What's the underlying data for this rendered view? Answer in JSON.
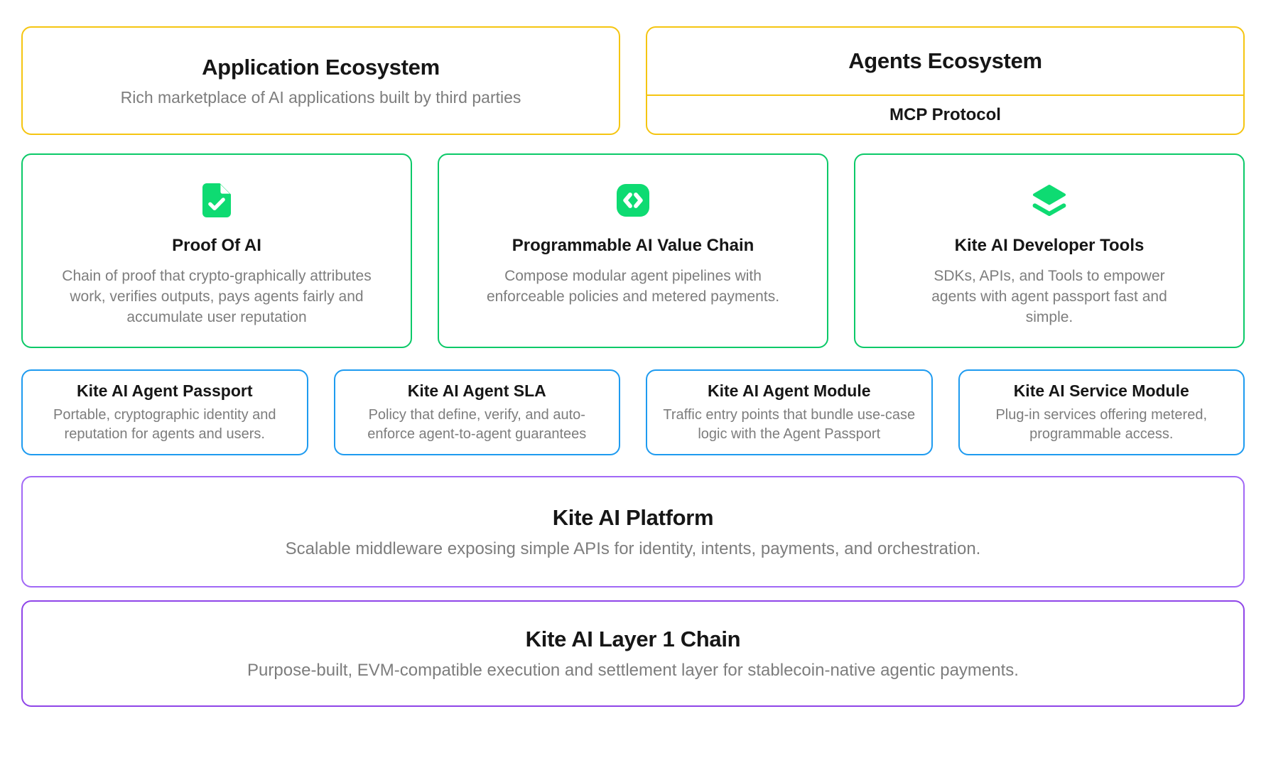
{
  "colors": {
    "yellow": "#F5C511",
    "green": "#0BC968",
    "green_icon": "#0EDB72",
    "blue": "#1E9BF0",
    "purple_platform": "#A168F6",
    "purple_chain": "#8F45E8",
    "title_text": "#161616",
    "body_text": "#7D7D7D"
  },
  "row1": {
    "application": {
      "title": "Application Ecosystem",
      "subtitle": "Rich marketplace of AI applications built by third parties"
    },
    "agents": {
      "title": "Agents Ecosystem",
      "protocol": "MCP Protocol"
    }
  },
  "row2": [
    {
      "icon": "file-check-icon",
      "title": "Proof Of AI",
      "body": "Chain of proof that crypto-graphically attributes work, verifies outputs, pays agents fairly and accumulate user reputation"
    },
    {
      "icon": "code-icon",
      "title": "Programmable AI Value Chain",
      "body": "Compose modular agent pipelines with enforceable policies and metered payments."
    },
    {
      "icon": "layers-icon",
      "title": "Kite AI Developer Tools",
      "body": "SDKs, APIs, and Tools to empower agents with agent passport fast and simple."
    }
  ],
  "row3": [
    {
      "title": "Kite AI Agent Passport",
      "body": "Portable, cryptographic identity and reputation for agents and users."
    },
    {
      "title": "Kite AI Agent SLA",
      "body": "Policy that define, verify, and auto-enforce agent-to-agent guarantees"
    },
    {
      "title": "Kite AI Agent Module",
      "body": "Traffic entry points that bundle use-case logic with the Agent Passport"
    },
    {
      "title": "Kite AI Service Module",
      "body": "Plug-in services offering metered, programmable access."
    }
  ],
  "row4": {
    "title": "Kite AI Platform",
    "subtitle": "Scalable middleware exposing simple APIs for identity, intents, payments, and orchestration."
  },
  "row5": {
    "title": "Kite AI Layer 1 Chain",
    "subtitle": "Purpose-built, EVM-compatible execution and settlement layer for stablecoin-native agentic payments."
  }
}
